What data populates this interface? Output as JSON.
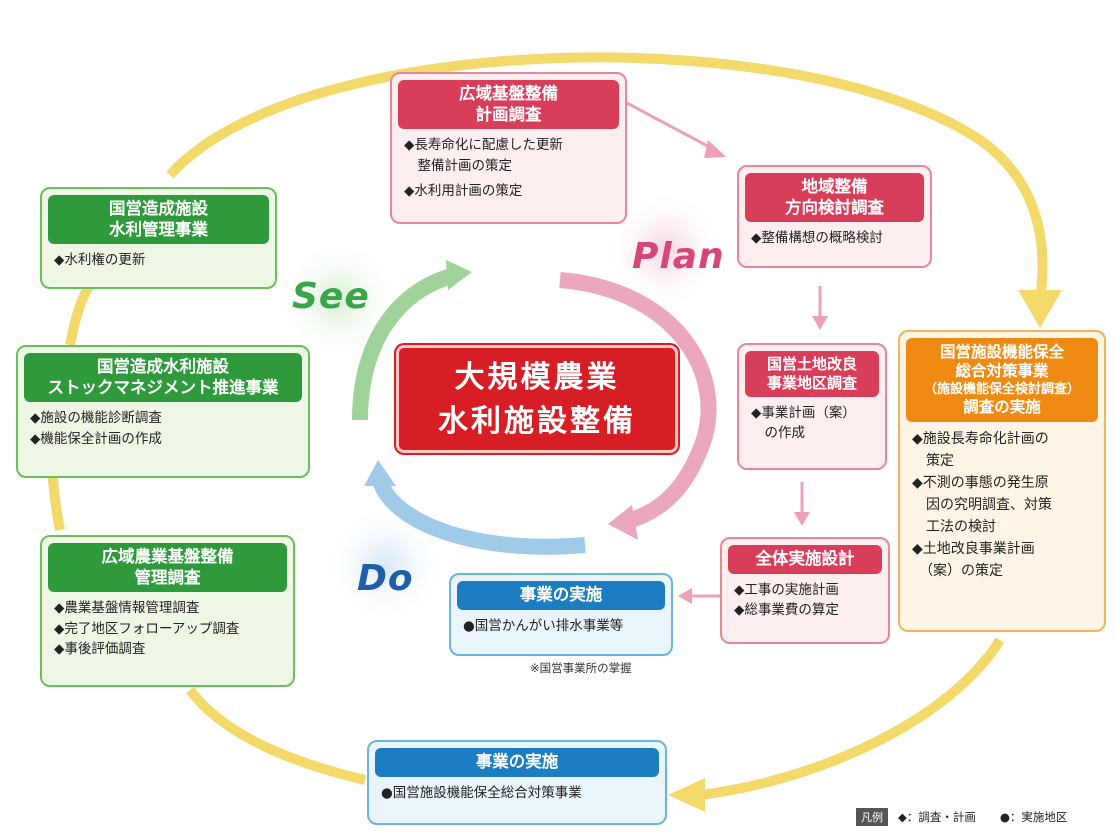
{
  "center": {
    "line1": "大規模農業",
    "line2": "水利施設整備"
  },
  "phases": {
    "plan": "Plan",
    "do": "Do",
    "see": "See"
  },
  "boxes": {
    "kouiki_kiban": {
      "title1": "広域基盤整備",
      "title2": "計画調査",
      "items": [
        "◆長寿命化に配慮した更新",
        "　整備計画の策定",
        "◆水利用計画の策定"
      ]
    },
    "chiiki": {
      "title1": "地域整備",
      "title2": "方向検討調査",
      "items": [
        "◆整備構想の概略検討"
      ]
    },
    "kokuei_tochi": {
      "title1": "国営土地改良",
      "title2": "事業地区調査",
      "items": [
        "◆事業計画（案）",
        "　の作成"
      ]
    },
    "zentai": {
      "title1": "全体実施設計",
      "items": [
        "◆工事の実施計画",
        "◆総事業費の算定"
      ]
    },
    "jigyo_center": {
      "title1": "事業の実施",
      "items": [
        "●国営かんがい排水事業等"
      ]
    },
    "hozen": {
      "title1": "国営施設機能保全",
      "title2": "総合対策事業",
      "title3": "（施設機能保全検討調査）",
      "title4": "調査の実施",
      "items": [
        "◆施設長寿命化計画の",
        "　策定",
        "◆不測の事態の発生原",
        "　因の究明調査、対策",
        "　工法の検討",
        "◆土地改良事業計画",
        "　（案）の策定"
      ]
    },
    "jigyo_bottom": {
      "title1": "事業の実施",
      "items": [
        "●国営施設機能保全総合対策事業"
      ]
    },
    "suiri_kanri": {
      "title1": "国営造成施設",
      "title2": "水利管理事業",
      "items": [
        "◆水利権の更新"
      ]
    },
    "stock": {
      "title1": "国営造成水利施設",
      "title2": "ストックマネジメント推進事業",
      "items": [
        "◆施設の機能診断調査",
        "◆機能保全計画の作成"
      ]
    },
    "kouiki_nogyo": {
      "title1": "広域農業基盤整備",
      "title2": "管理調査",
      "items": [
        "◆農業基盤情報管理調査",
        "◆完了地区フォローアップ調査",
        "◆事後評価調査"
      ]
    }
  },
  "note": "※国営事業所の掌握",
  "legend": {
    "tag": "凡例",
    "diamond": "◆：調査・計画",
    "circle": "●：実施地区"
  },
  "colors": {
    "green": "#2e9a3c",
    "pink": "#d83d5a",
    "blue": "#1d7dc3",
    "orange": "#ef8a12",
    "red": "#d71e25",
    "yellow": "#f3d96a"
  }
}
